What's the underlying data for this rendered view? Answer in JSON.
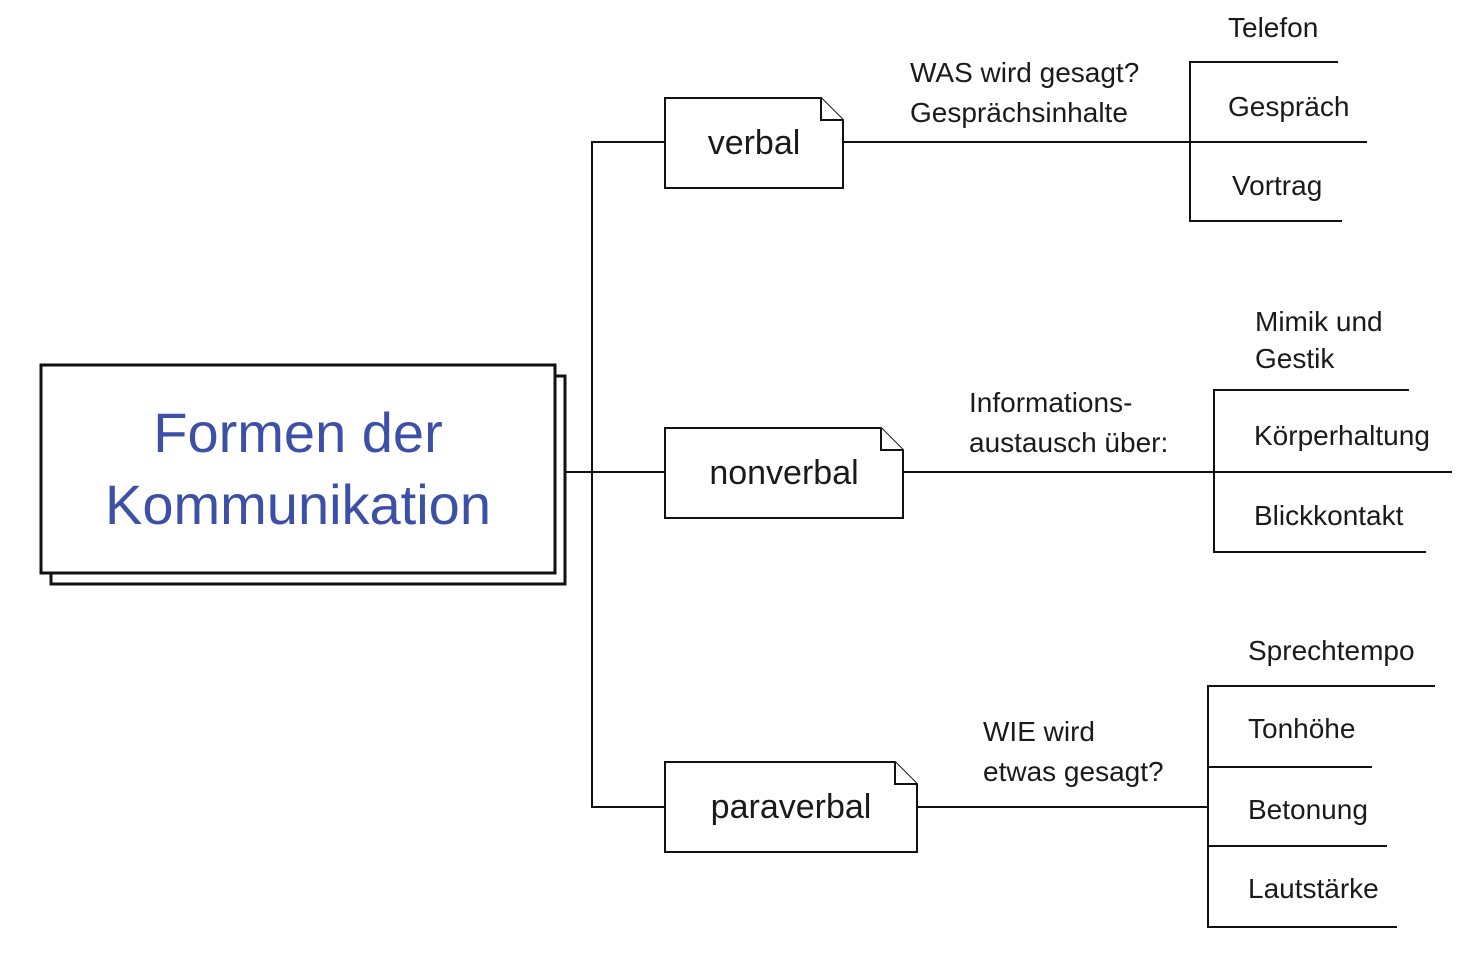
{
  "root": {
    "title": "Formen der Kommunikation"
  },
  "branches": [
    {
      "label": "verbal",
      "caption": "WAS wird gesagt?\nGesprächsinhalte",
      "leaves": [
        "Telefon",
        "Gespräch",
        "Vortrag"
      ]
    },
    {
      "label": "nonverbal",
      "caption": "Informations-\naustausch über:",
      "leaves": [
        "Mimik und\nGestik",
        "Körperhaltung",
        "Blickkontakt"
      ]
    },
    {
      "label": "paraverbal",
      "caption": "WIE wird\netwas gesagt?",
      "leaves": [
        "Sprechtempo",
        "Tonhöhe",
        "Betonung",
        "Lautstärke"
      ]
    }
  ],
  "colors": {
    "accent_text": "#3c50a8",
    "line": "#111111",
    "text": "#1a1a1a",
    "background": "#ffffff"
  }
}
